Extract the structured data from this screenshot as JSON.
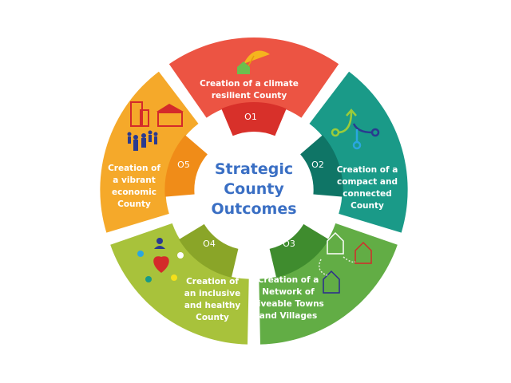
{
  "center": {
    "lines": [
      "Strategic",
      "County",
      "Outcomes"
    ],
    "color": "#3a6fc4"
  },
  "segments": [
    {
      "number": "O1",
      "lines": [
        "Creation of a climate",
        "resilient County"
      ],
      "color": "#ec5443",
      "band_color": "#d8302a",
      "icon": "umbrella-house-icon"
    },
    {
      "number": "O2",
      "lines": [
        "Creation of a",
        "compact and",
        "connected",
        "County"
      ],
      "color": "#1a9a88",
      "band_color": "#0f7566",
      "icon": "branching-arrow-icon"
    },
    {
      "number": "O3",
      "lines": [
        "Creation of a",
        "Network of",
        "Liveable Towns",
        "and Villages"
      ],
      "color": "#62ad45",
      "band_color": "#3f8c2e",
      "icon": "connected-villages-icon"
    },
    {
      "number": "O4",
      "lines": [
        "Creation of",
        "an inclusive",
        "and healthy",
        "County"
      ],
      "color": "#a8c23b",
      "band_color": "#8aa528",
      "icon": "people-heart-icon"
    },
    {
      "number": "O5",
      "lines": [
        "Creation of",
        "a vibrant",
        "economic",
        "County"
      ],
      "color": "#f5a92a",
      "band_color": "#f08c18",
      "icon": "buildings-people-icon"
    }
  ]
}
